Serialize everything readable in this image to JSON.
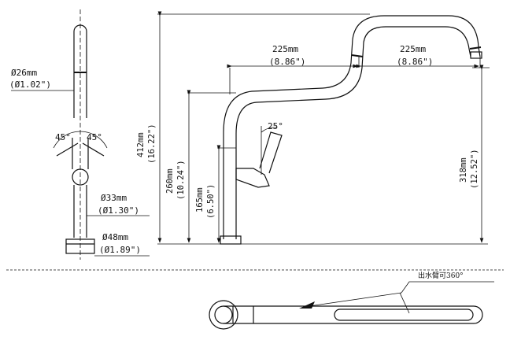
{
  "labels": {
    "dia_spout": "Ø26mm",
    "dia_spout_in": "(Ø1.02\")",
    "angle_left": "45°",
    "angle_right": "45°",
    "dia_body": "Ø33mm",
    "dia_body_in": "(Ø1.30\")",
    "dia_base": "Ø48mm",
    "dia_base_in": "(Ø1.89\")",
    "height_total": "412mm",
    "height_total_in": "(16.22\")",
    "height_spout": "260mm",
    "height_spout_in": "(10.24\")",
    "height_handle": "165mm",
    "height_handle_in": "(6.50\")",
    "reach_1": "225mm",
    "reach_1_in": "(8.86\")",
    "reach_2": "225mm",
    "reach_2_in": "(8.86\")",
    "handle_angle": "25°",
    "outlet_height": "318mm",
    "outlet_height_in": "(12.52\")",
    "rotation_note": "出水臂可360°"
  }
}
